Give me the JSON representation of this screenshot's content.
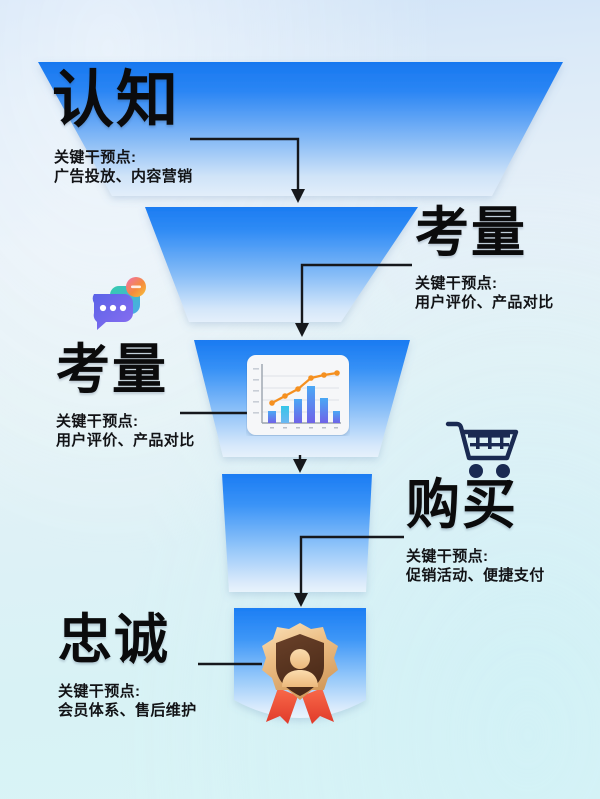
{
  "page": {
    "type": "marketing-funnel-infographic",
    "background_top_color": "#cfe2f7",
    "background_bottom_color": "#d9f4f6",
    "funnel_color_top": "#1f7ff5",
    "funnel_color_bottom": "#cfe6fb",
    "connector_color": "#16181c"
  },
  "stages": [
    {
      "id": "awareness",
      "title": "认知",
      "sub_label": "关键干预点:",
      "sub_value": "广告投放、内容营销",
      "side": "left",
      "icon": "none"
    },
    {
      "id": "consideration-1",
      "title": "考量",
      "sub_label": "关键干预点:",
      "sub_value": "用户评价、产品对比",
      "side": "right",
      "icon": "none"
    },
    {
      "id": "consideration-2",
      "title": "考量",
      "sub_label": "关键干预点:",
      "sub_value": "用户评价、产品对比",
      "side": "left",
      "icon": "chat-bubbles-icon"
    },
    {
      "id": "purchase",
      "title": "购买",
      "sub_label": "关键干预点:",
      "sub_value": "促销活动、便捷支付",
      "side": "right",
      "icon": "shopping-cart-icon"
    },
    {
      "id": "loyalty",
      "title": "忠诚",
      "sub_label": "关键干预点:",
      "sub_value": "会员体系、售后维护",
      "side": "left",
      "icon": "shield-badge-icon"
    }
  ],
  "icons": {
    "chat_bubbles": "chat-bubbles-icon",
    "bar_line_chart_card": "bar-line-chart-card-icon",
    "shopping_cart": "shopping-cart-icon",
    "shield_badge": "shield-badge-icon"
  },
  "chart_card": {
    "name": "bar-line-chart-card-icon",
    "bars": [
      28,
      40,
      56,
      86,
      58,
      30
    ],
    "line": [
      20,
      36,
      58,
      80,
      88,
      92
    ],
    "bar_color_top": "#4aa8f5",
    "bar_color_bottom": "#6f63e8",
    "line_color": "#f59020"
  }
}
